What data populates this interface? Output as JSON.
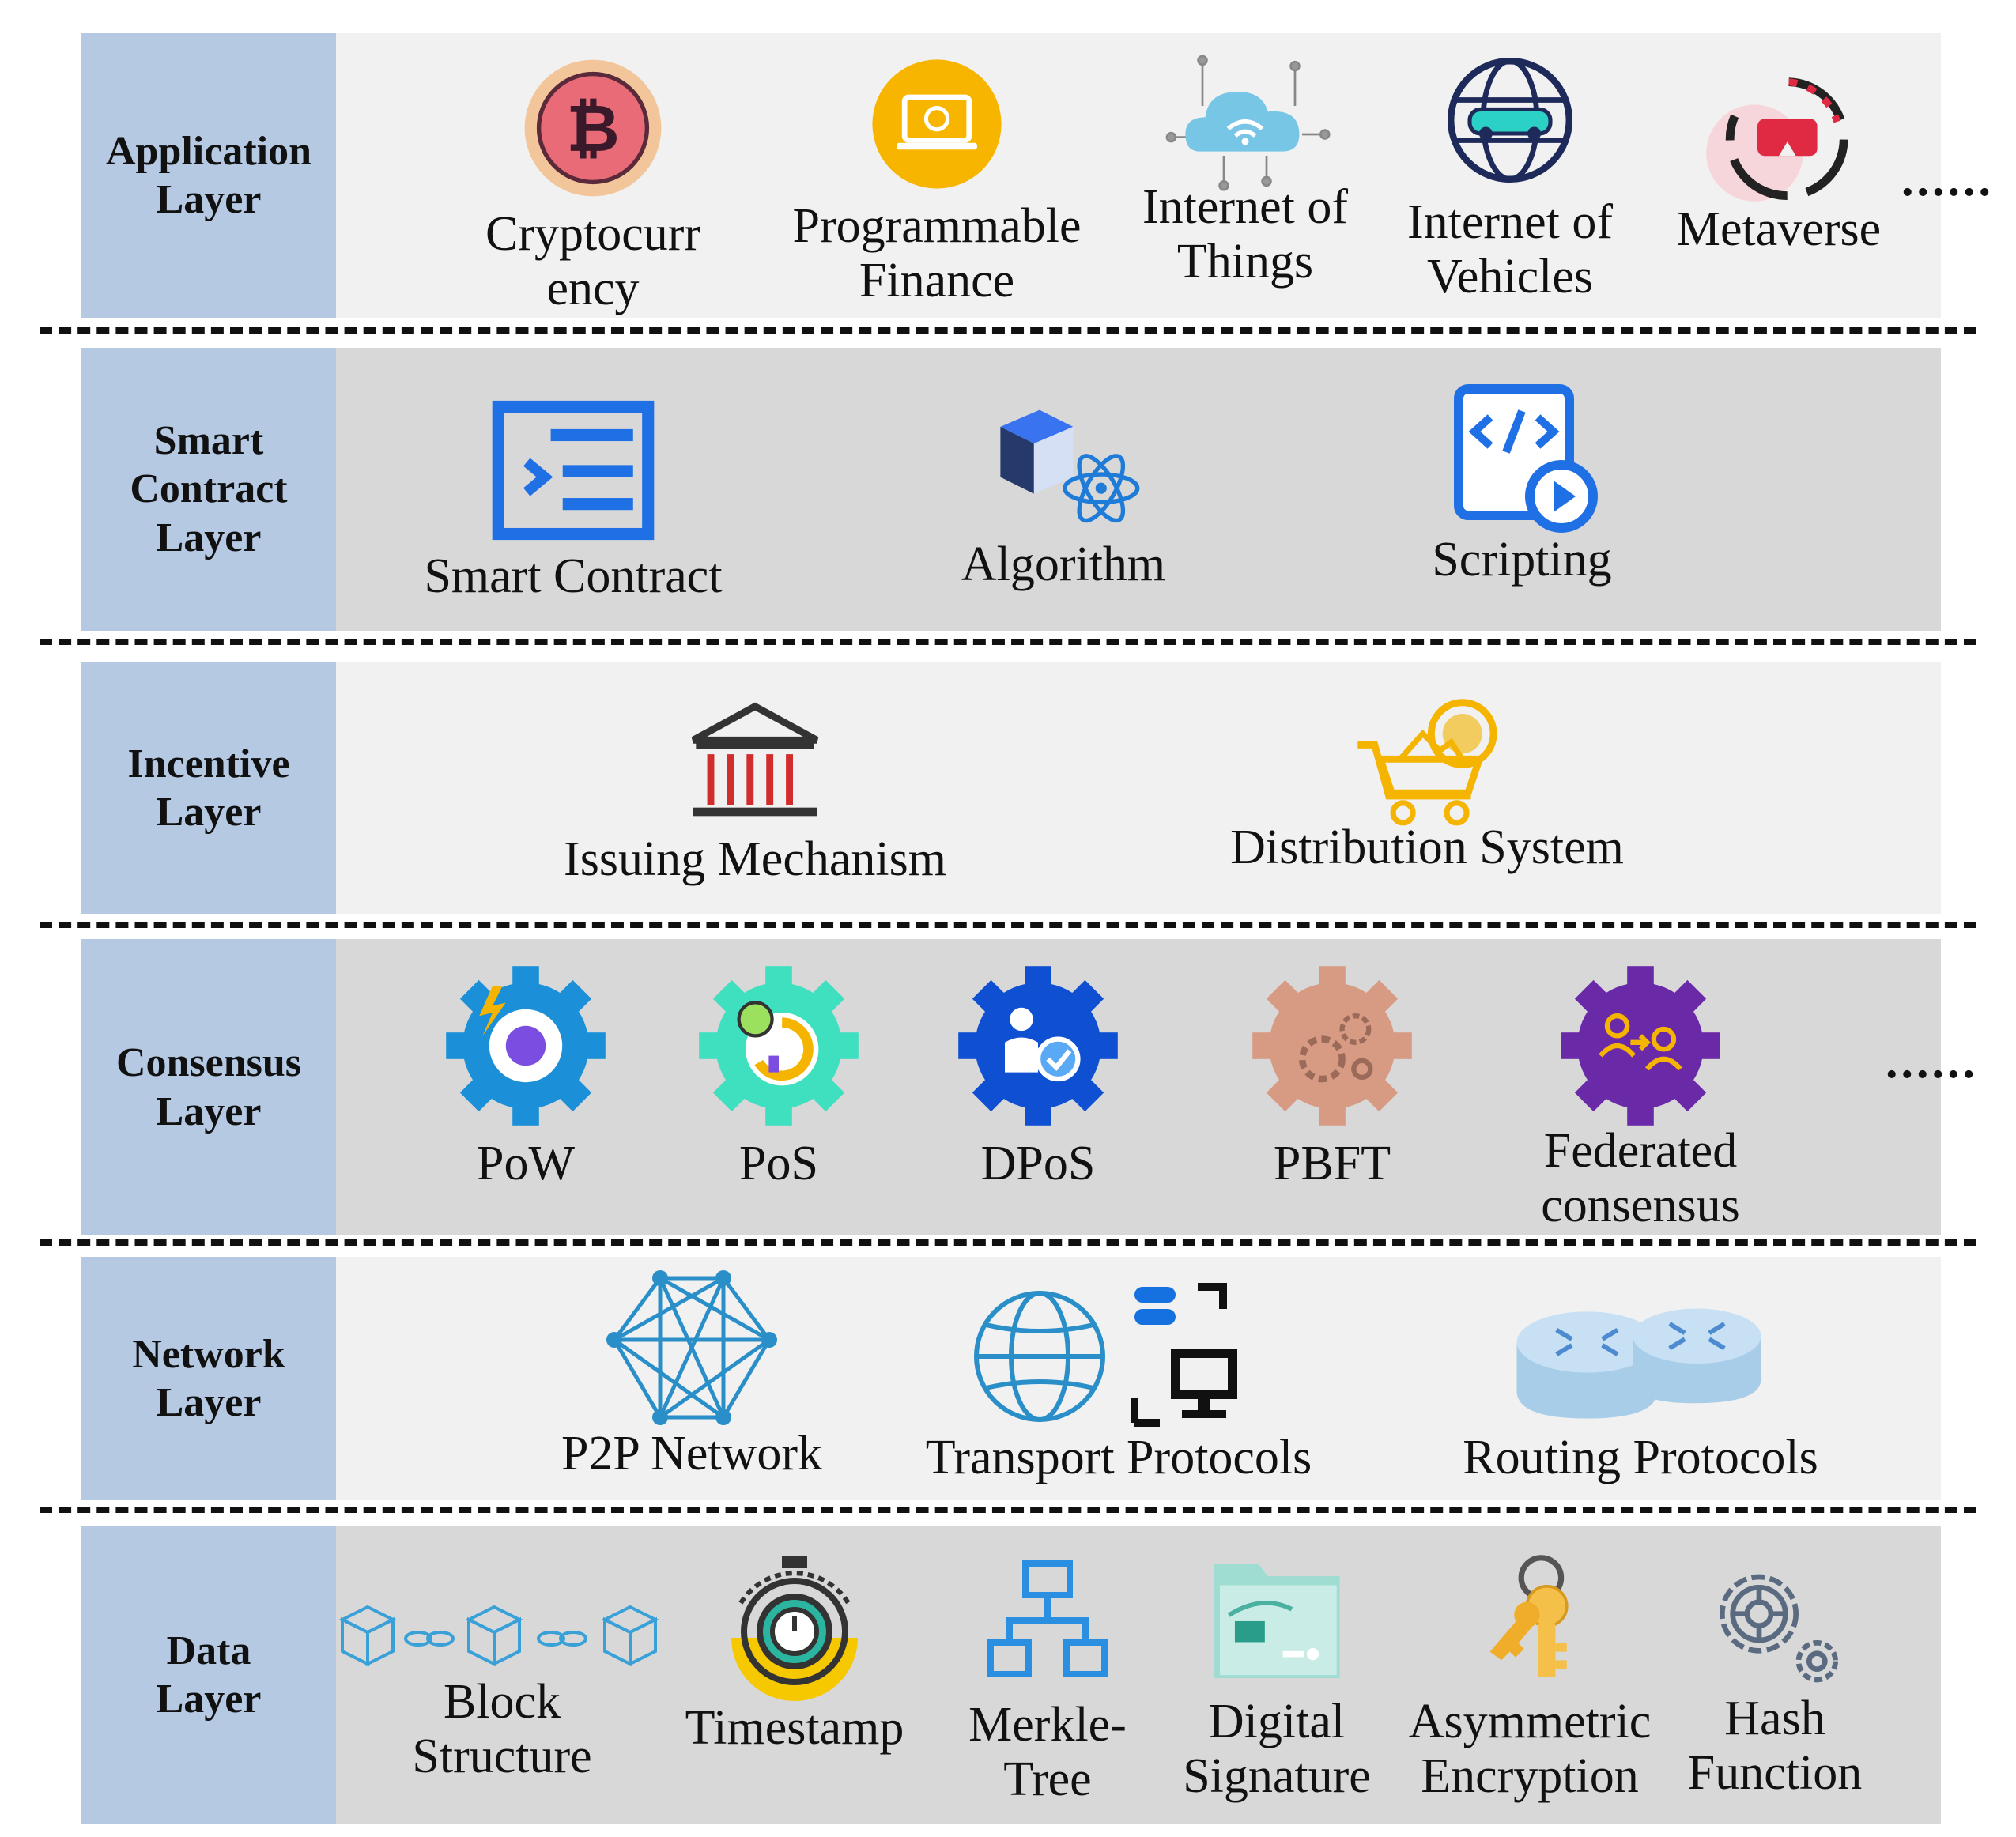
{
  "layers": [
    {
      "label": "Application\nLayer",
      "items": [
        "Cryptocurr\nency",
        "Programmable\nFinance",
        "Internet of\nThings",
        "Internet of\nVehicles",
        "Metaverse"
      ],
      "more": "......"
    },
    {
      "label": "Smart\nContract\nLayer",
      "items": [
        "Smart Contract",
        "Algorithm",
        "Scripting"
      ]
    },
    {
      "label": "Incentive\nLayer",
      "items": [
        "Issuing Mechanism",
        "Distribution System"
      ]
    },
    {
      "label": "Consensus\nLayer",
      "items": [
        "PoW",
        "PoS",
        "DPoS",
        "PBFT",
        "Federated\nconsensus"
      ],
      "more": "......"
    },
    {
      "label": "Network\nLayer",
      "items": [
        "P2P Network",
        "Transport Protocols",
        "Routing Protocols"
      ]
    },
    {
      "label": "Data\nLayer",
      "items": [
        "Block\nStructure",
        "Timestamp",
        "Merkle-\nTree",
        "Digital\nSignature",
        "Asymmetric\nEncryption",
        "Hash\nFunction"
      ]
    }
  ],
  "icons": {
    "app": [
      "bitcoin-icon",
      "laptop-coin-icon",
      "cloud-iot-icon",
      "globe-car-icon",
      "vr-headset-icon"
    ],
    "smart": [
      "terminal-icon",
      "cube-atom-icon",
      "code-play-icon"
    ],
    "incentive": [
      "bank-icon",
      "cart-coin-icon"
    ],
    "consensus": [
      "gear-pow-icon",
      "gear-pos-icon",
      "gear-dpos-icon",
      "gear-pbft-icon",
      "gear-federated-icon"
    ],
    "network": [
      "mesh-network-icon",
      "globe-computer-icon",
      "router-icon"
    ],
    "data": [
      "blocks-chain-icon",
      "stopwatch-icon",
      "tree-hierarchy-icon",
      "signature-card-icon",
      "key-icon",
      "gears-icon"
    ]
  },
  "colors": {
    "label_bg": "#b5c9e3",
    "light_bg": "#f1f1f1",
    "dark_bg": "#d8d8d8"
  }
}
